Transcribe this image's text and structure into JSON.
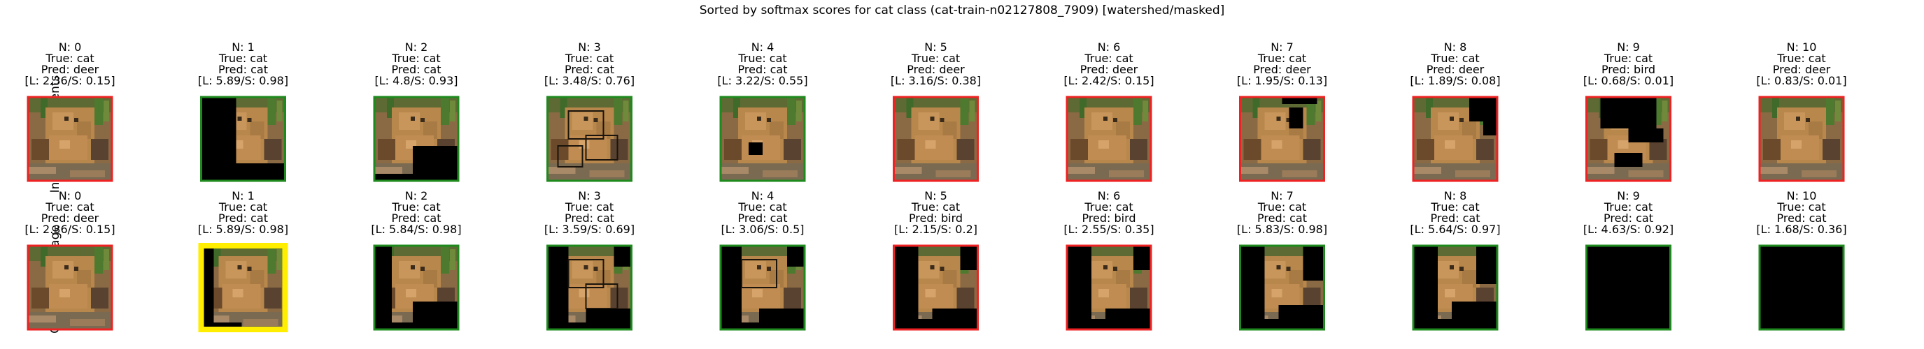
{
  "figure": {
    "title": "Sorted by softmax scores for cat class (cat-train-n02127808_7909) [watershed/masked]"
  },
  "colors": {
    "correct": "#1e8a1e",
    "wrong": "#ee2222",
    "highlight": "#ffee00",
    "masked": "#000000"
  },
  "chart_data": {
    "type": "image-grid",
    "rows": [
      {
        "label": "Indvidual Segments",
        "panels": [
          {
            "n": "N: 0",
            "true": "True: cat",
            "pred": "Pred: deer",
            "score": "[L: 2.36/S: 0.15]",
            "border": "wrong"
          },
          {
            "n": "N: 1",
            "true": "True: cat",
            "pred": "Pred: cat",
            "score": "[L: 5.89/S: 0.98]",
            "border": "correct"
          },
          {
            "n": "N: 2",
            "true": "True: cat",
            "pred": "Pred: cat",
            "score": "[L: 4.8/S: 0.93]",
            "border": "correct"
          },
          {
            "n": "N: 3",
            "true": "True: cat",
            "pred": "Pred: cat",
            "score": "[L: 3.48/S: 0.76]",
            "border": "correct"
          },
          {
            "n": "N: 4",
            "true": "True: cat",
            "pred": "Pred: cat",
            "score": "[L: 3.22/S: 0.55]",
            "border": "correct"
          },
          {
            "n": "N: 5",
            "true": "True: cat",
            "pred": "Pred: deer",
            "score": "[L: 3.16/S: 0.38]",
            "border": "wrong"
          },
          {
            "n": "N: 6",
            "true": "True: cat",
            "pred": "Pred: deer",
            "score": "[L: 2.42/S: 0.15]",
            "border": "wrong"
          },
          {
            "n": "N: 7",
            "true": "True: cat",
            "pred": "Pred: deer",
            "score": "[L: 1.95/S: 0.13]",
            "border": "wrong"
          },
          {
            "n": "N: 8",
            "true": "True: cat",
            "pred": "Pred: deer",
            "score": "[L: 1.89/S: 0.08]",
            "border": "wrong"
          },
          {
            "n": "N: 9",
            "true": "True: cat",
            "pred": "Pred: bird",
            "score": "[L: 0.68/S: 0.01]",
            "border": "wrong"
          },
          {
            "n": "N: 10",
            "true": "True: cat",
            "pred": "Pred: deer",
            "score": "[L: 0.83/S: 0.01]",
            "border": "wrong"
          }
        ]
      },
      {
        "label": "Cumulative Image",
        "panels": [
          {
            "n": "N: 0",
            "true": "True: cat",
            "pred": "Pred: deer",
            "score": "[L: 2.36/S: 0.15]",
            "border": "wrong"
          },
          {
            "n": "N: 1",
            "true": "True: cat",
            "pred": "Pred: cat",
            "score": "[L: 5.89/S: 0.98]",
            "border": "highlight"
          },
          {
            "n": "N: 2",
            "true": "True: cat",
            "pred": "Pred: cat",
            "score": "[L: 5.84/S: 0.98]",
            "border": "correct"
          },
          {
            "n": "N: 3",
            "true": "True: cat",
            "pred": "Pred: cat",
            "score": "[L: 3.59/S: 0.69]",
            "border": "correct"
          },
          {
            "n": "N: 4",
            "true": "True: cat",
            "pred": "Pred: cat",
            "score": "[L: 3.06/S: 0.5]",
            "border": "correct"
          },
          {
            "n": "N: 5",
            "true": "True: cat",
            "pred": "Pred: bird",
            "score": "[L: 2.15/S: 0.2]",
            "border": "wrong"
          },
          {
            "n": "N: 6",
            "true": "True: cat",
            "pred": "Pred: bird",
            "score": "[L: 2.55/S: 0.35]",
            "border": "wrong"
          },
          {
            "n": "N: 7",
            "true": "True: cat",
            "pred": "Pred: cat",
            "score": "[L: 5.83/S: 0.98]",
            "border": "correct"
          },
          {
            "n": "N: 8",
            "true": "True: cat",
            "pred": "Pred: cat",
            "score": "[L: 5.64/S: 0.97]",
            "border": "correct"
          },
          {
            "n": "N: 9",
            "true": "True: cat",
            "pred": "Pred: cat",
            "score": "[L: 4.63/S: 0.92]",
            "border": "correct"
          },
          {
            "n": "N: 10",
            "true": "True: cat",
            "pred": "Pred: cat",
            "score": "[L: 1.68/S: 0.36]",
            "border": "correct"
          }
        ]
      }
    ]
  }
}
